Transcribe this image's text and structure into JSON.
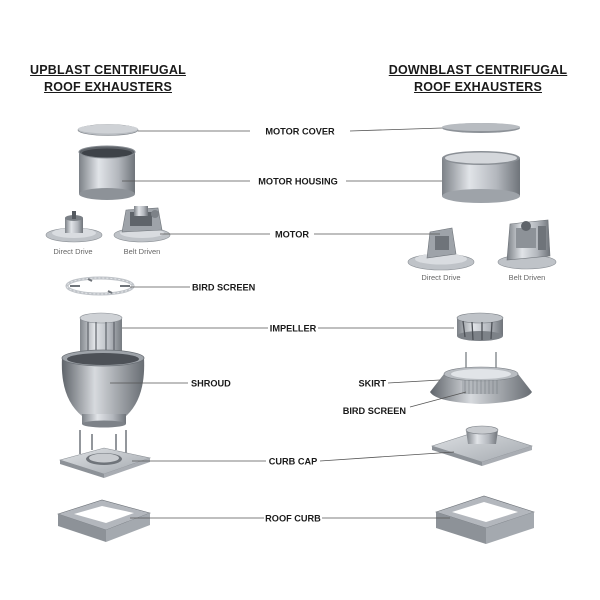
{
  "headings": {
    "upblast": [
      "UPBLAST CENTRIFUGAL",
      "ROOF EXHAUSTERS"
    ],
    "downblast": [
      "DOWNBLAST CENTRIFUGAL",
      "ROOF EXHAUSTERS"
    ]
  },
  "labels": {
    "motor_cover": "MOTOR COVER",
    "motor_housing": "MOTOR HOUSING",
    "motor": "MOTOR",
    "bird_screen": "BIRD SCREEN",
    "impeller": "IMPELLER",
    "shroud": "SHROUD",
    "skirt": "SKIRT",
    "bird_screen_down": "BIRD SCREEN",
    "curb_cap": "CURB CAP",
    "roof_curb": "ROOF CURB"
  },
  "captions": {
    "up_direct_drive": "Direct Drive",
    "up_belt_driven": "Belt Driven",
    "down_direct_drive": "Direct Drive",
    "down_belt_driven": "Belt Driven"
  },
  "colors": {
    "metal_light": "#d4d7db",
    "metal_mid": "#a9adb3",
    "metal_dark": "#6f747a",
    "leader_line": "#555555"
  }
}
